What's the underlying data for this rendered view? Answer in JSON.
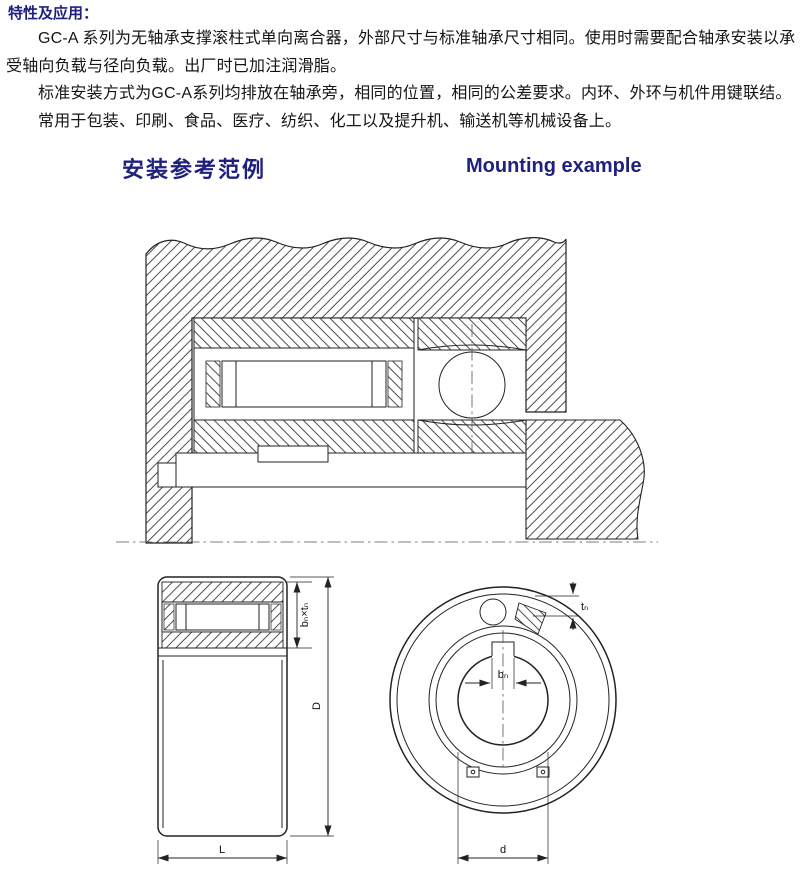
{
  "colors": {
    "heading": "#20207e",
    "body_text": "#151515",
    "line": "#222222"
  },
  "header": {
    "title": "特性及应用："
  },
  "paragraphs": [
    "GC-A 系列为无轴承支撑滚柱式单向离合器，外部尺寸与标准轴承尺寸相同。使用时需要配合轴承安装以承受轴向负载与径向负载。出厂时已加注润滑脂。",
    "标准安装方式为GC-A系列均排放在轴承旁，相同的位置，相同的公差要求。内环、外环与机件用键联结。",
    "常用于包装、印刷、食品、医疗、纺织、化工以及提升机、输送机等机械设备上。"
  ],
  "headings": {
    "cn": "安装参考范例",
    "en": "Mounting example"
  },
  "drawings": {
    "side_view": {
      "label_section": "bₙ×tₙ",
      "label_outer_diameter": "D",
      "label_width": "L"
    },
    "front_view": {
      "label_sprag_height": "tₙ",
      "label_keyway_width": "bₙ",
      "label_bore": "d"
    }
  }
}
